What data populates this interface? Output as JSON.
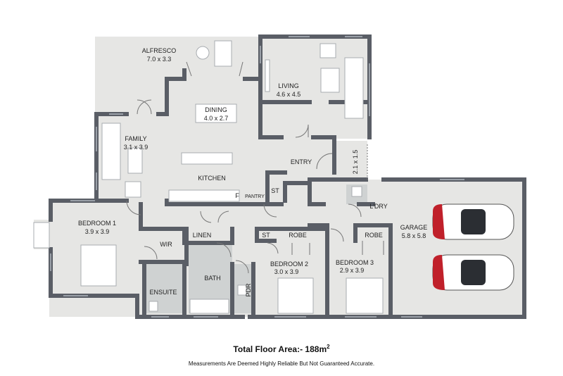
{
  "rooms": {
    "alfresco": {
      "name": "ALFRESCO",
      "dim": "7.0 x 3.3"
    },
    "living": {
      "name": "LIVING",
      "dim": "4.6 x 4.5"
    },
    "dining": {
      "name": "DINING",
      "dim": "4.0 x 2.7"
    },
    "family": {
      "name": "FAMILY",
      "dim": "3.1 x 3.9"
    },
    "kitchen": {
      "name": "KITCHEN"
    },
    "entry": {
      "name": "ENTRY"
    },
    "porch": {
      "dim": "2.1 x 1.5"
    },
    "fridge": {
      "name": "F"
    },
    "pantry": {
      "name": "PANTRY"
    },
    "st1": {
      "name": "ST"
    },
    "bedroom1": {
      "name": "BEDROOM 1",
      "dim": "3.9 x 3.9"
    },
    "wir": {
      "name": "WIR"
    },
    "linen": {
      "name": "LINEN"
    },
    "ensuite": {
      "name": "ENSUITE"
    },
    "bath": {
      "name": "BATH"
    },
    "pdr": {
      "name": "PDR"
    },
    "st2": {
      "name": "ST"
    },
    "robe2": {
      "name": "ROBE"
    },
    "bedroom2": {
      "name": "BEDROOM 2",
      "dim": "3.0 x 3.9"
    },
    "bedroom3": {
      "name": "BEDROOM 3",
      "dim": "2.9 x 3.9"
    },
    "robe3": {
      "name": "ROBE"
    },
    "ldry": {
      "name": "L'DRY"
    },
    "garage": {
      "name": "GARAGE",
      "dim": "5.8 x 5.8"
    }
  },
  "footer": {
    "total_label": "Total Floor Area:- 188m",
    "total_sup": "2",
    "disclaimer": "Measurements Are Deemed Highly Reliable But Not Guaranteed Accurate."
  },
  "colors": {
    "floor": "#e6e6e4",
    "wall": "#5a5e66",
    "tile": "#cfd2d2",
    "car": "#ffffff",
    "car_accent": "#c0202a"
  }
}
